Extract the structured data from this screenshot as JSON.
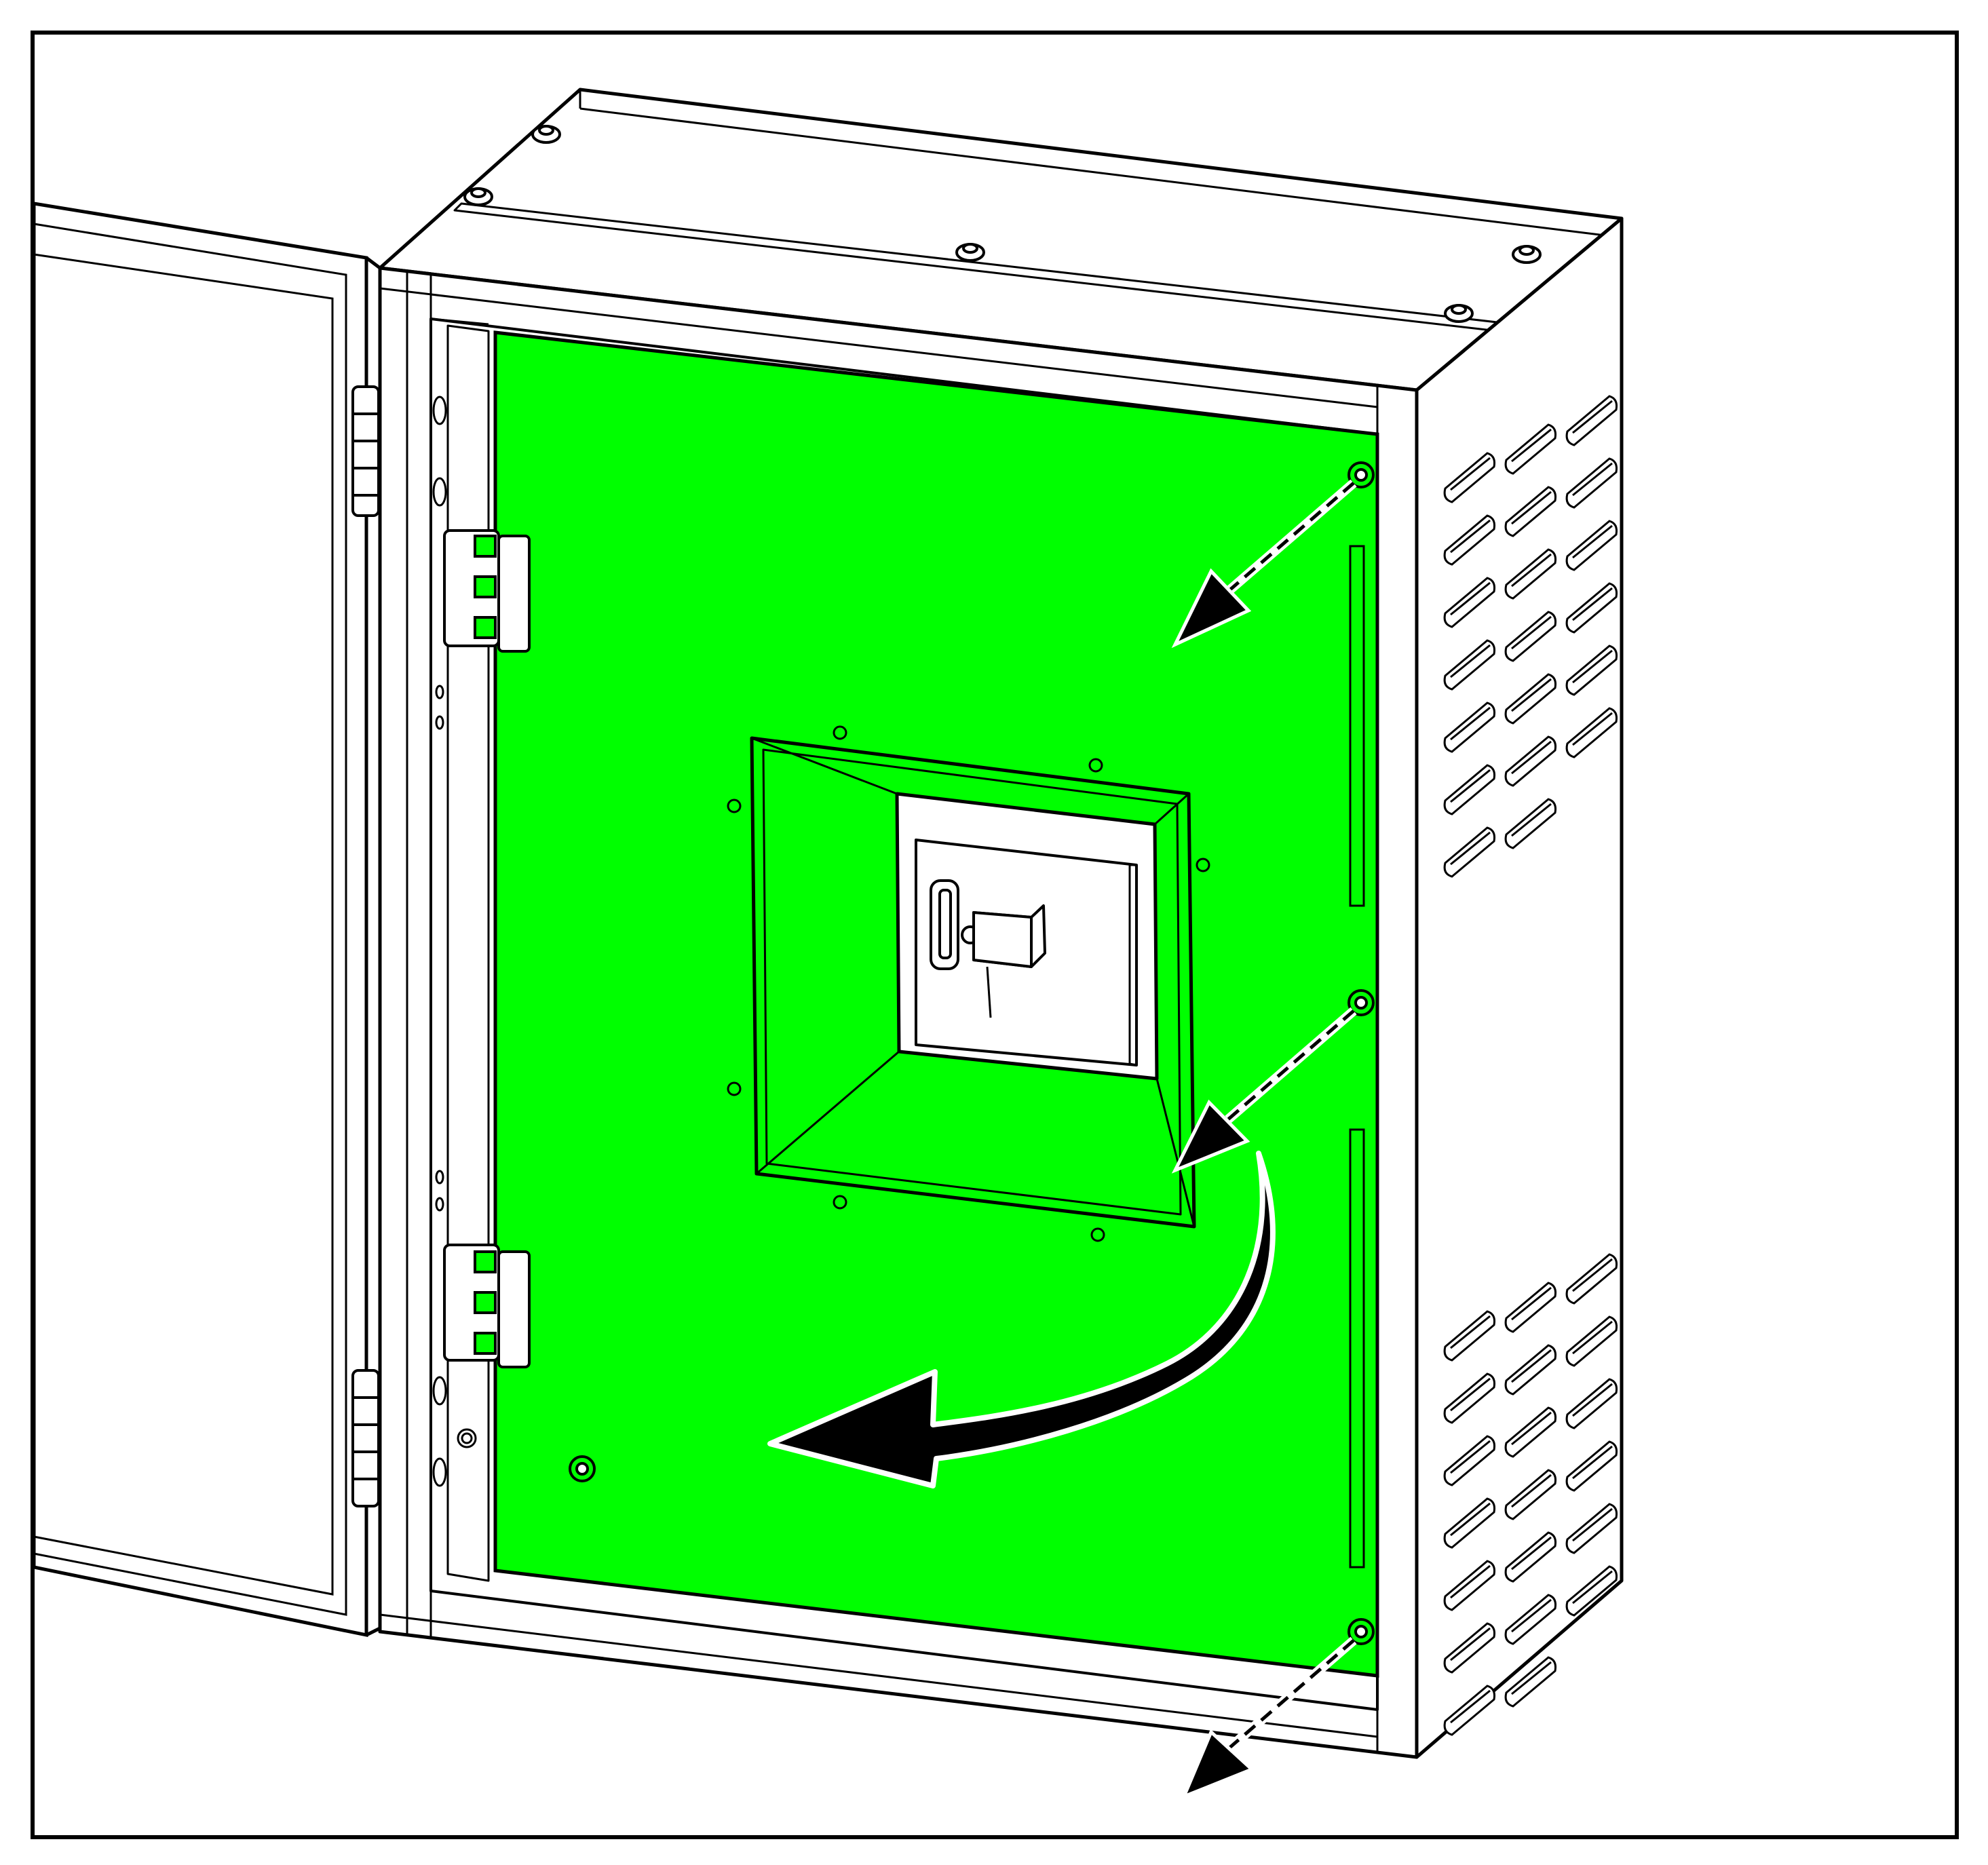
{
  "diagram": {
    "colors": {
      "background": "#ffffff",
      "panel_highlight": "#00ff00",
      "line": "#000000",
      "metal": "#ffffff"
    },
    "parts": [
      "enclosure-cabinet",
      "open-door",
      "door-hinge",
      "mounting-plate",
      "interior-hinge",
      "handle-window",
      "switch-handle",
      "fastener-screw",
      "ventilation-louver"
    ],
    "instructions": [
      {
        "kind": "dashed-arrow",
        "meaning": "remove-screw-top"
      },
      {
        "kind": "dashed-arrow",
        "meaning": "remove-screw-middle"
      },
      {
        "kind": "dashed-arrow",
        "meaning": "remove-screw-bottom"
      },
      {
        "kind": "curved-arrow",
        "meaning": "swing-panel-open"
      }
    ]
  }
}
